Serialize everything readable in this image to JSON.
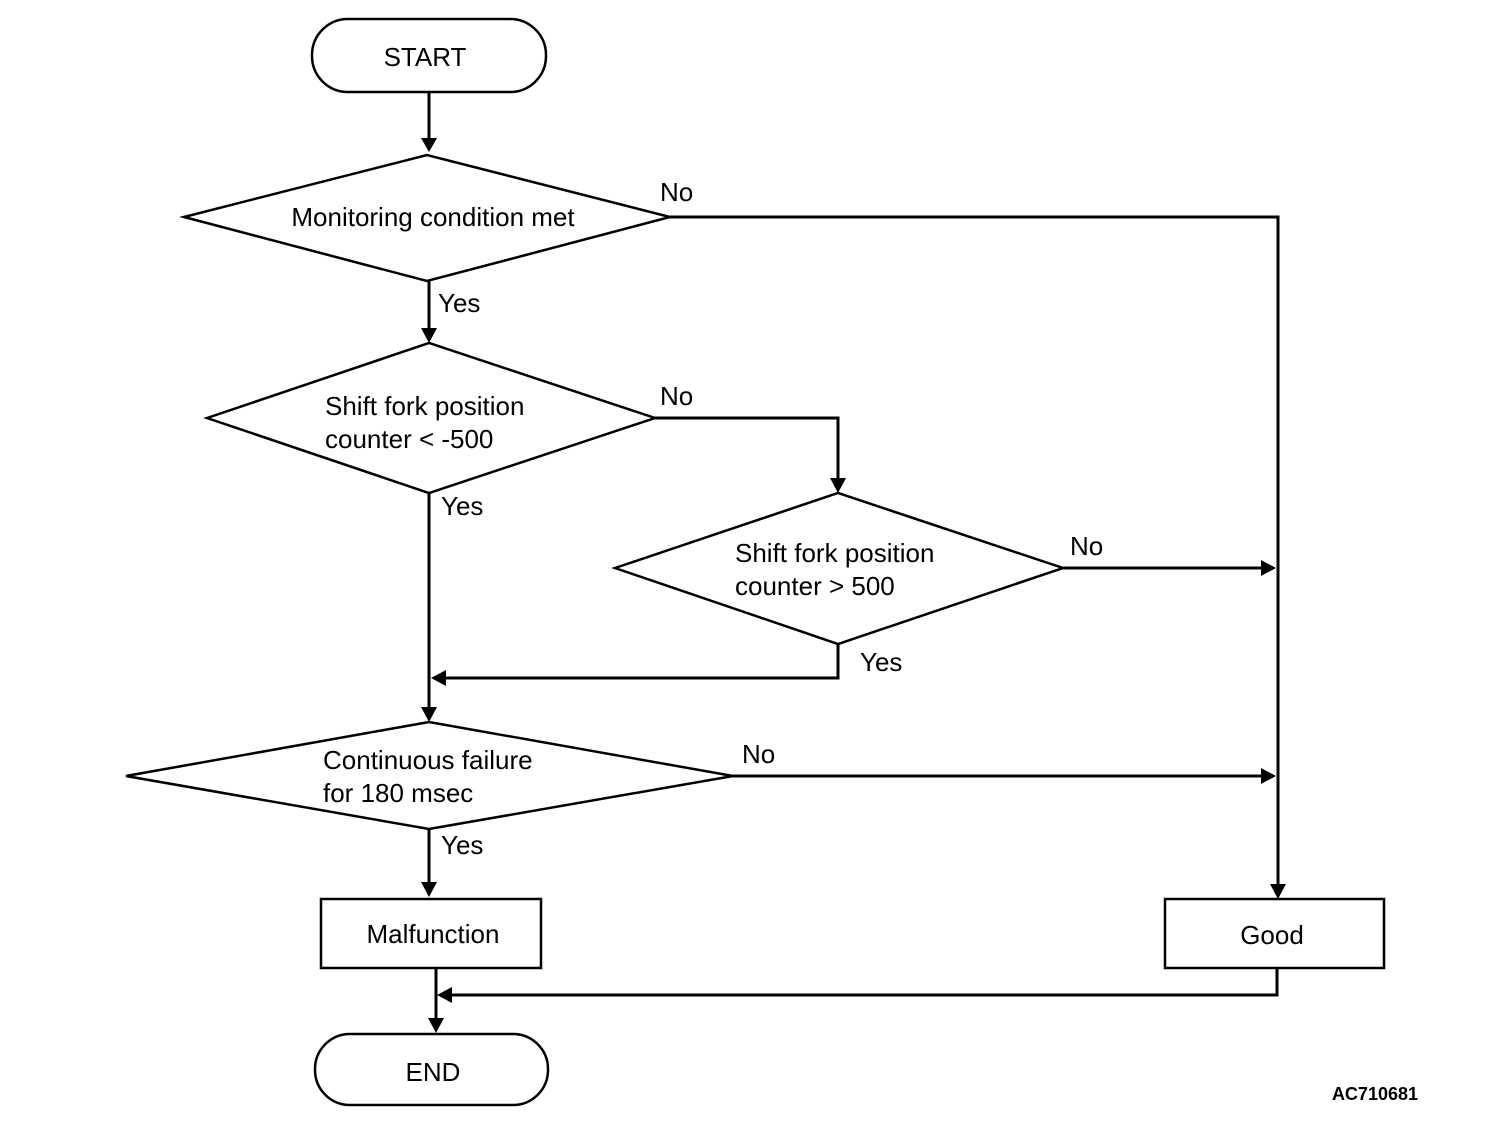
{
  "nodes": {
    "start": "START",
    "monitoring": "Monitoring condition met",
    "counter_low": [
      "Shift fork position",
      "counter < -500"
    ],
    "counter_high": [
      "Shift fork position",
      "counter > 500"
    ],
    "continuous": [
      "Continuous failure",
      "for 180 msec"
    ],
    "malfunction": "Malfunction",
    "good": "Good",
    "end": "END"
  },
  "edge_labels": {
    "monitoring_yes": "Yes",
    "monitoring_no": "No",
    "counter_low_yes": "Yes",
    "counter_low_no": "No",
    "counter_high_yes": "Yes",
    "counter_high_no": "No",
    "continuous_yes": "Yes",
    "continuous_no": "No"
  },
  "figure_code": "AC710681"
}
